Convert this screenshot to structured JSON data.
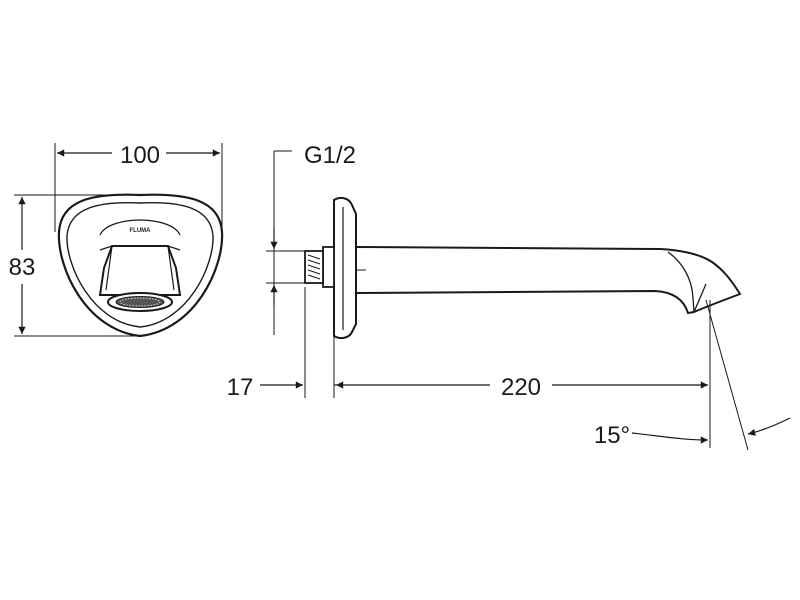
{
  "diagram": {
    "dimensions": {
      "front_width": "100",
      "front_height": "83",
      "thread": "G1/2",
      "wall_depth": "17",
      "spout_length": "220",
      "angle": "15°"
    },
    "brand_mark": "FLUMA"
  }
}
